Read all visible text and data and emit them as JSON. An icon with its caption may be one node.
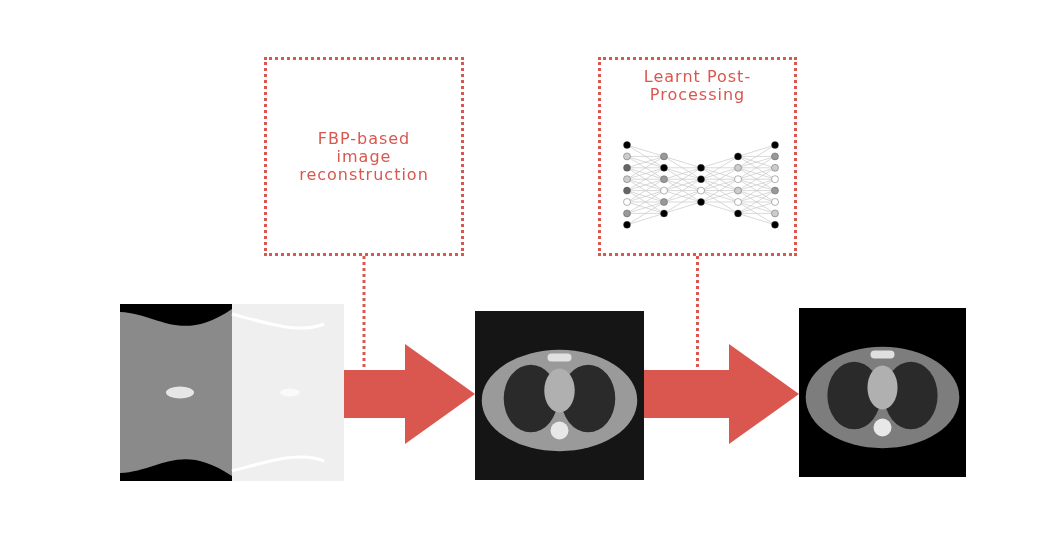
{
  "diagram": {
    "nodes": [
      {
        "text": [],
        "shape": "picture"
      },
      {
        "text": [
          "FBP-based image reconstruction"
        ]
      },
      {
        "text": [],
        "shape": "picture"
      },
      {
        "text": [
          "Learnt Post-Processing"
        ]
      },
      {
        "text": [],
        "shape": "picture"
      }
    ],
    "edges": [
      {
        "from": 0,
        "to": 2,
        "arrow": "to",
        "style": "thick"
      },
      {
        "from": 1,
        "to": null,
        "arrow": "none",
        "style": "dashed"
      },
      {
        "from": 2,
        "to": 4,
        "arrow": "to",
        "style": "thick"
      },
      {
        "from": 3,
        "to": null,
        "arrow": "none",
        "style": "dashed"
      }
    ]
  }
}
